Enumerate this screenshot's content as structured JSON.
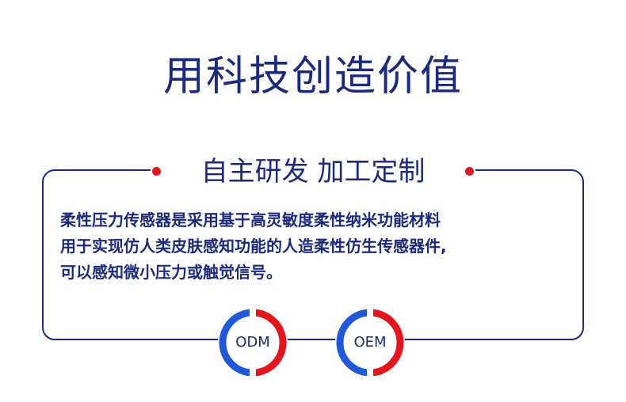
{
  "title": "用科技创造价值",
  "subtitle": "自主研发 加工定制",
  "description": "柔性压力传感器是采用基于高灵敏度柔性纳米功能材料\n用于实现仿人类皮肤感知功能的人造柔性仿生传感器件,\n可以感知微小压力或触觉信号。",
  "badges": [
    {
      "label": "ODM"
    },
    {
      "label": "OEM"
    }
  ],
  "colors": {
    "navy": "#1b2a7a",
    "blue": "#2158d8",
    "red": "#e3161e"
  }
}
